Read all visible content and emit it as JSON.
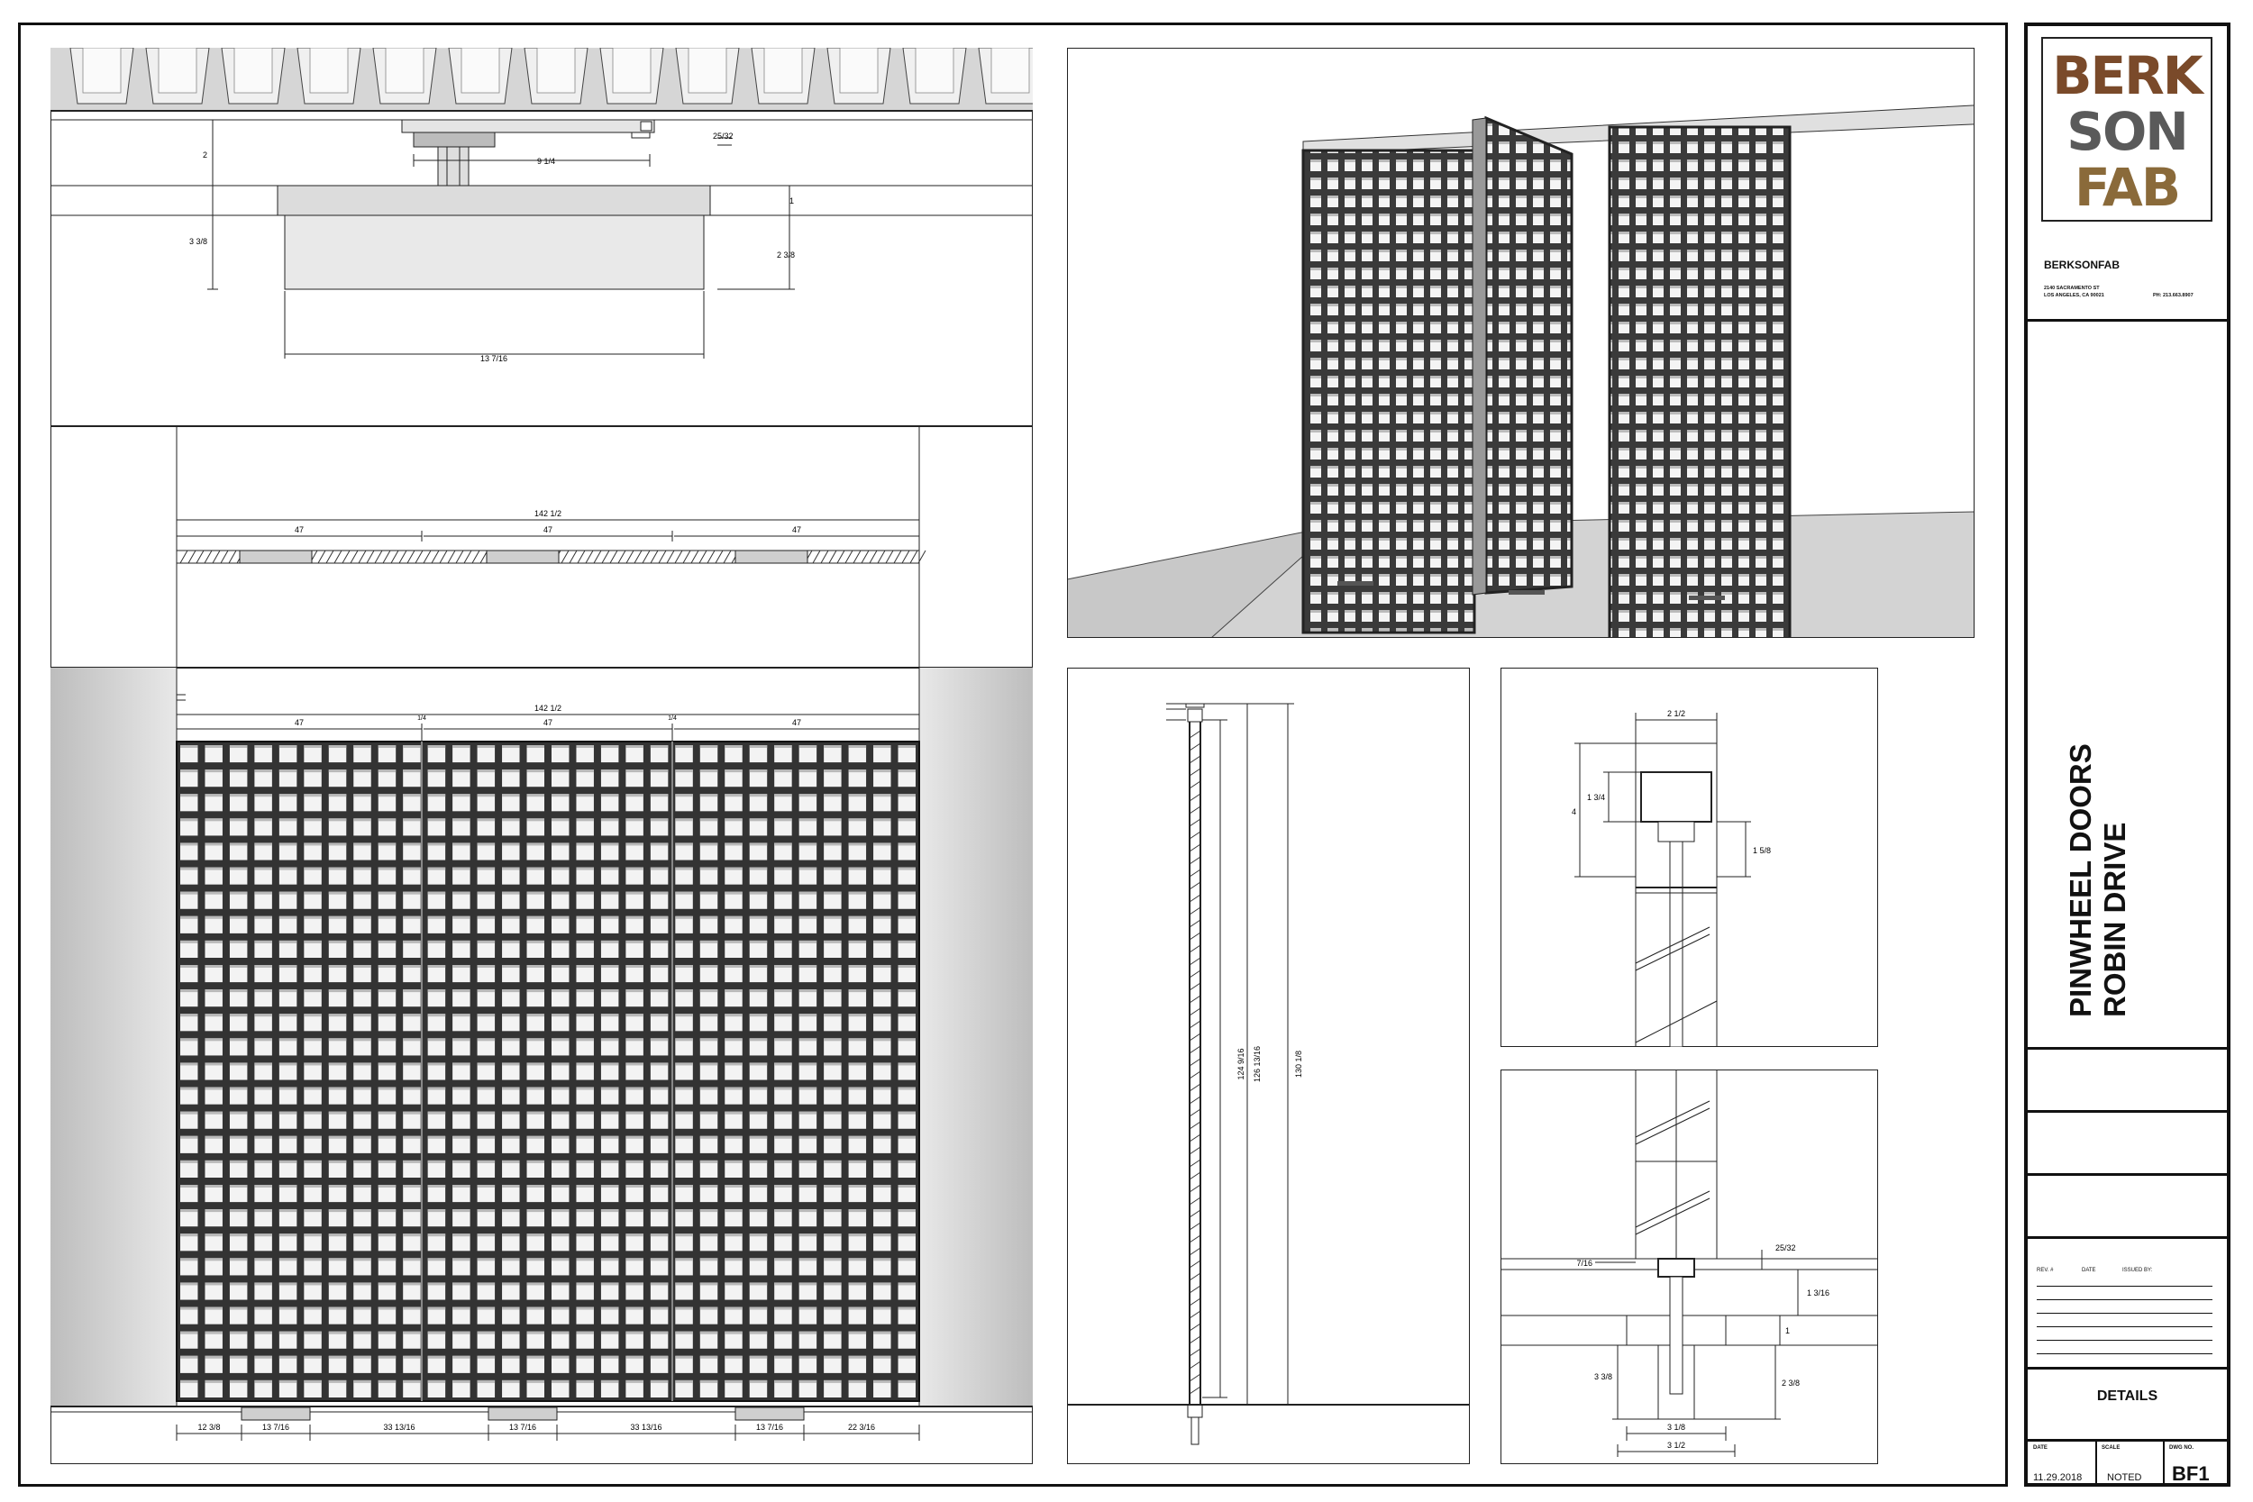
{
  "title_block": {
    "logo_lines": [
      "BERK",
      "SON",
      "FAB"
    ],
    "company": "BERKSONFAB",
    "address_line1": "2140 SACRAMENTO ST",
    "address_line2": "LOS ANGELES, CA 90021",
    "phone": "PH: 213.663.8907",
    "project_line1": "PINWHEEL DOORS",
    "project_line2": "ROBIN DRIVE",
    "rev_label": "REV. #",
    "date_col_label": "DATE",
    "issued_label": "ISSUED BY:",
    "sheet_title": "DETAILS",
    "date_label": "DATE",
    "date_value": "11.29.2018",
    "scale_label": "SCALE",
    "scale_value": "NOTED",
    "dwg_label": "DWG NO.",
    "dwg_value": "BF1"
  },
  "dims": {
    "top_detail": {
      "d2": "2",
      "d25_32": "25/32",
      "d9_1_4": "9 1/4",
      "d1": "1",
      "d3_3_8": "3 3/8",
      "d2_3_8": "2 3/8",
      "d13_7_16": "13 7/16"
    },
    "plan": {
      "overall": "142 1/2",
      "panel": "47"
    },
    "elevation": {
      "overall": "142 1/2",
      "panel": "47",
      "quarter": "1/4",
      "bottom": [
        "12 3/8",
        "13 7/16",
        "33 13/16",
        "13 7/16",
        "33 13/16",
        "13 7/16",
        "22 3/16"
      ]
    },
    "section": {
      "h1": "124 9/16",
      "h2": "126 13/16",
      "h3": "130 1/8"
    },
    "pivot_top": {
      "w": "2 1/2",
      "h4": "4",
      "h1_3_4": "1 3/4",
      "h1_5_8": "1 5/8"
    },
    "pivot_bottom": {
      "d25_32": "25/32",
      "d7_16": "7/16",
      "d1_3_16": "1 3/16",
      "d1": "1",
      "d3_3_8": "3 3/8",
      "d2_3_8": "2 3/8",
      "d3_1_8": "3 1/8",
      "d3_1_2": "3 1/2"
    }
  }
}
